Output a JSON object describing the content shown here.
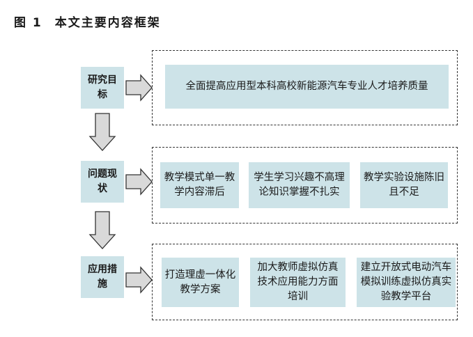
{
  "figure": {
    "number": "图 1",
    "title": "本文主要内容框架"
  },
  "rows": [
    {
      "label": "研究目标",
      "items": [
        "全面提高应用型本科高校新能源汽车专业人才培养质量"
      ]
    },
    {
      "label": "问题现状",
      "items": [
        "教学模式单一教学内容滞后",
        "学生学习兴趣不高理论知识掌握不扎实",
        "教学实验设施陈旧且不足"
      ]
    },
    {
      "label": "应用措施",
      "items": [
        "打造理虚一体化教学方案",
        "加大教师虚拟仿真技术应用能力方面培训",
        "建立开放式电动汽车模拟训练虚拟仿真实验教学平台"
      ]
    }
  ],
  "colors": {
    "box_fill": "#cde3e8",
    "arrow_fill": "#d9d9d9",
    "stroke": "#333333"
  },
  "icons": [
    "right-arrow-icon",
    "down-arrow-icon"
  ]
}
